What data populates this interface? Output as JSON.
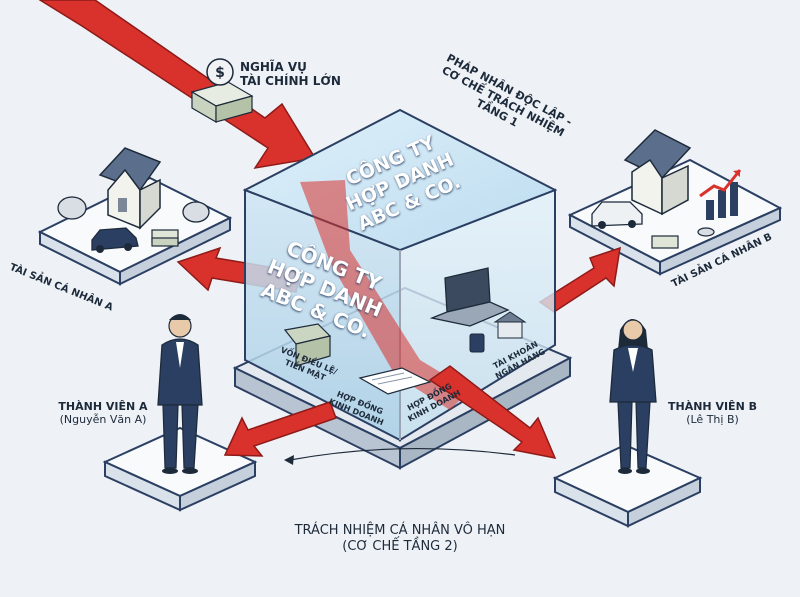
{
  "debt": {
    "line1": "NGHĨA VỤ",
    "line2": "TÀI CHÍNH LỚN"
  },
  "entity": {
    "line1": "PHÁP NHÂN ĐỘC LẬP -",
    "line2": "CƠ CHẾ TRÁCH NHIỆM",
    "line3": "TẦNG 1"
  },
  "company": {
    "line1": "CÔNG TY",
    "line2": "HỢP DANH",
    "line3": "ABC & CO."
  },
  "cube_items": {
    "capital_line1": "VỐN ĐIỀU LỆ/",
    "capital_line2": "TIỀN MẶT",
    "contract_front_line1": "HỢP ĐỒNG",
    "contract_front_line2": "KINH DOANH",
    "contract_side_line1": "HỢP ĐỒNG",
    "contract_side_line2": "KINH DOANH",
    "bank_line1": "TÀI KHOẢN",
    "bank_line2": "NGÂN HÀNG"
  },
  "asset_a": "TÀI SẢN CÁ NHÂN A",
  "asset_b": "TÀI SẢN CÁ NHÂN B",
  "member_a": {
    "title": "THÀNH VIÊN A",
    "name": "(Nguyễn Văn A)"
  },
  "member_b": {
    "title": "THÀNH VIÊN B",
    "name": "(Lê Thị B)"
  },
  "liability": {
    "line1": "TRÁCH NHIỆM CÁ NHÂN VÔ HẠN",
    "line2": "(CƠ CHẾ TẦNG 2)"
  },
  "colors": {
    "arrow": "#d9322c",
    "navy": "#2b3f63",
    "glass": "#bfe0f2",
    "platform": "#f8fafc"
  }
}
